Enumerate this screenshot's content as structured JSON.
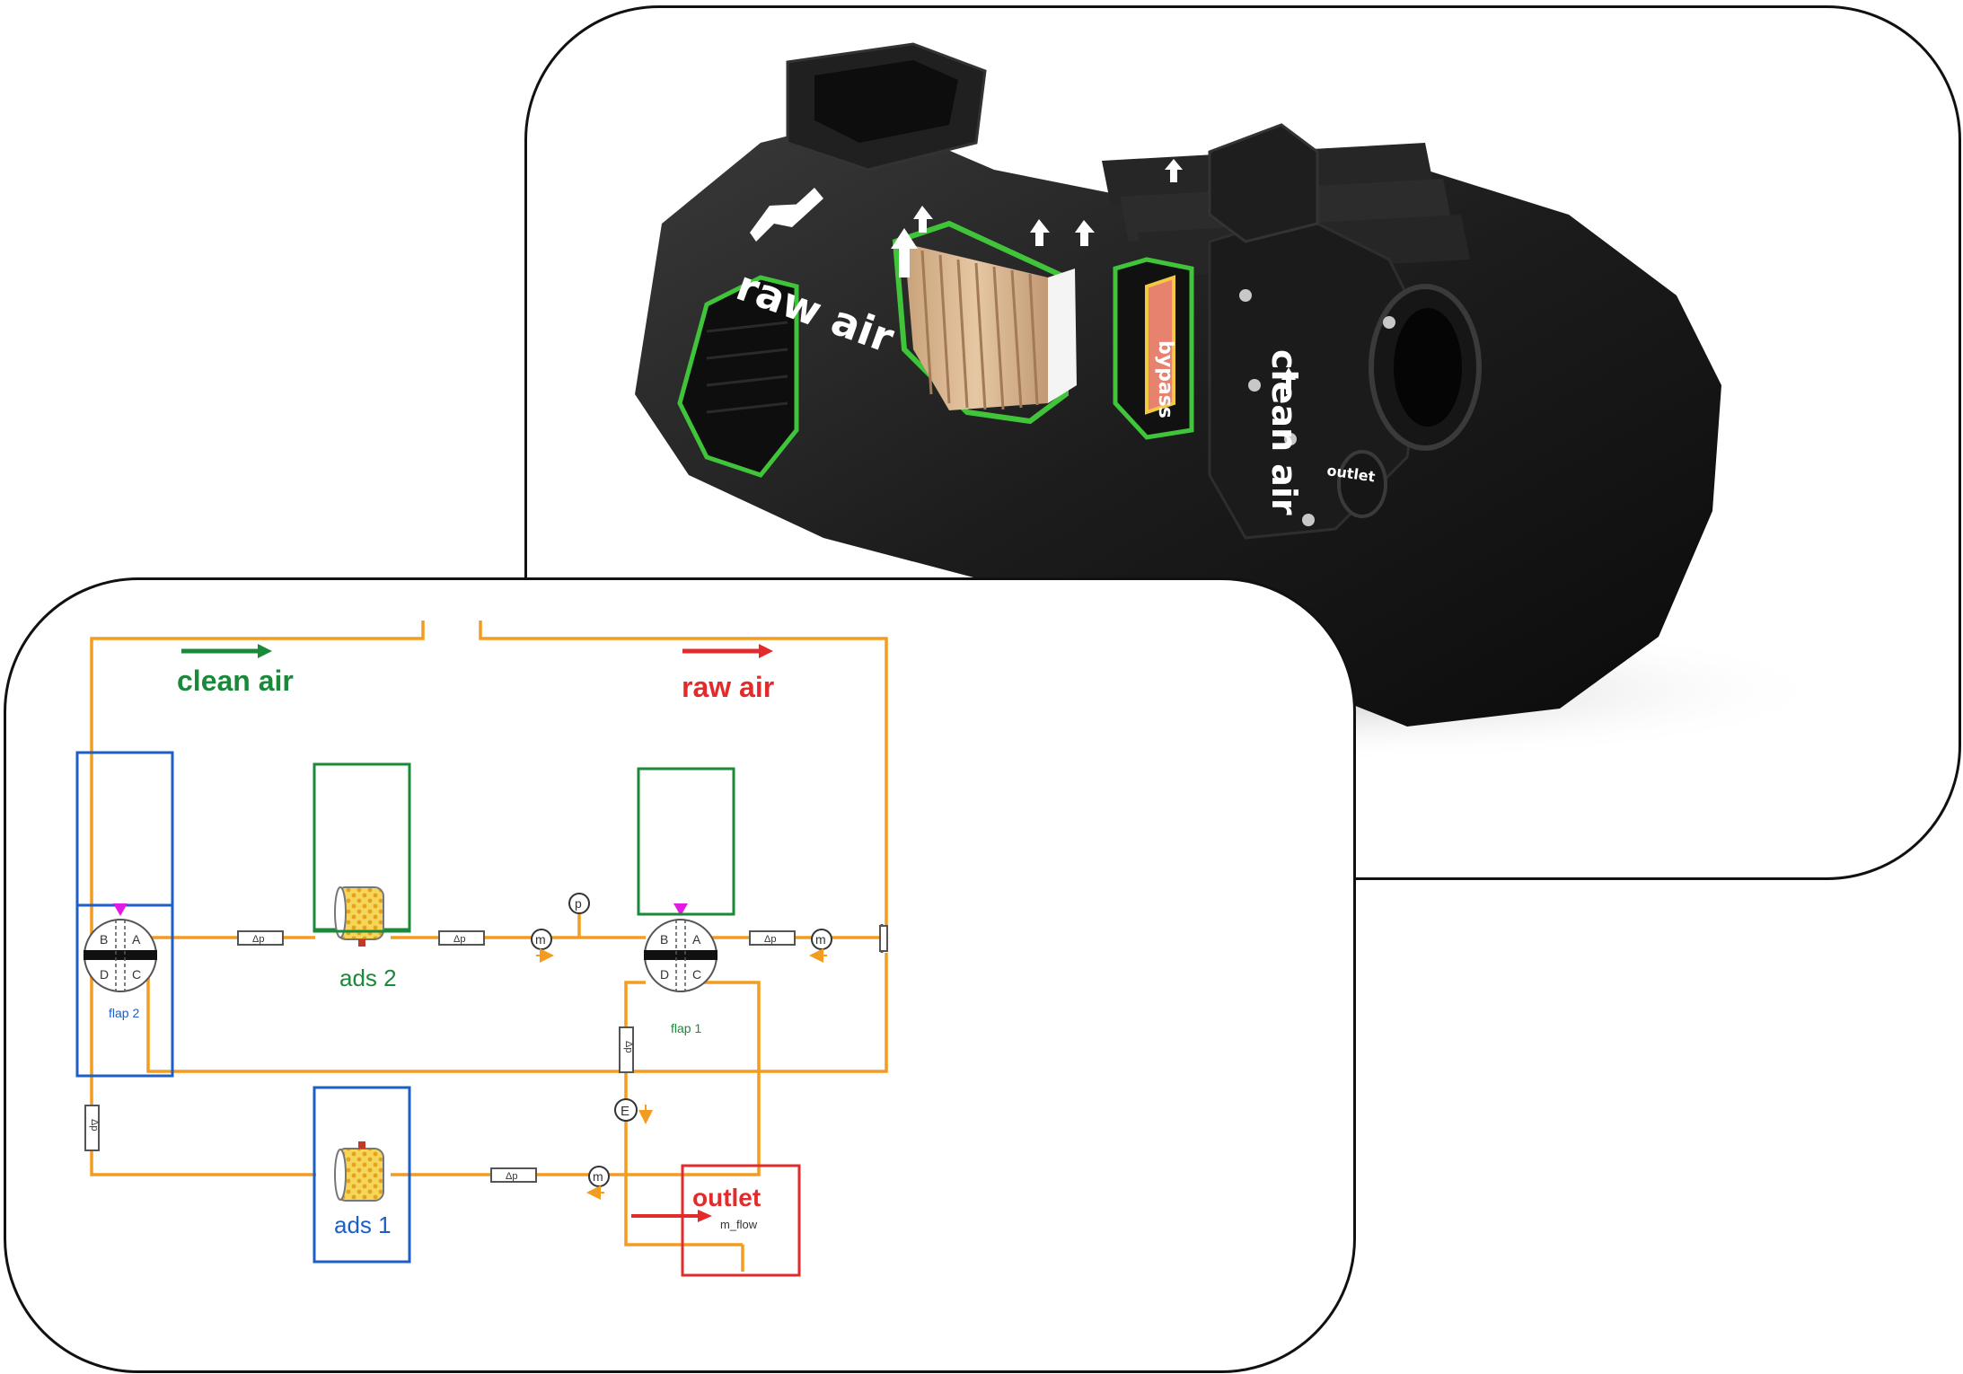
{
  "photo": {
    "raw_air_label": "raw air",
    "bypass_label": "bypass",
    "clean_air_label": "clean air",
    "outlet_label": "outlet"
  },
  "schematic": {
    "clean_air_label": "clean air",
    "raw_air_label": "raw air",
    "outlet_label": "outlet",
    "m_flow_label": "m_flow",
    "flap2": {
      "name": "flap 2",
      "ports": [
        "B",
        "A",
        "D",
        "C"
      ]
    },
    "flap1": {
      "name": "flap 1",
      "ports": [
        "B",
        "A",
        "D",
        "C"
      ]
    },
    "ads2_label": "ads 2",
    "ads1_label": "ads 1",
    "dp_label": "Δp",
    "mflow_sensor_label": "m",
    "pressure_sensor_label": "p",
    "energy_sensor_label": "E"
  },
  "colors": {
    "pipe": "#f39c1f",
    "green": "#1a8a3a",
    "red": "#e42b2b",
    "blue": "#1d5fc4",
    "marker": "#e21ae2",
    "housing": "#1a1a1a",
    "filter_outline": "#3fc43a",
    "adsorber_fill": "#f5d65a"
  }
}
